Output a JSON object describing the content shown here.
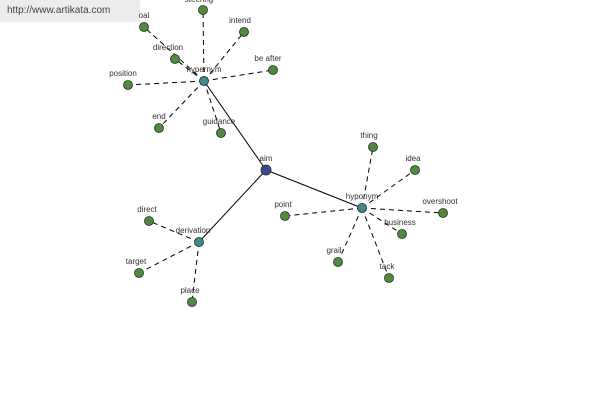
{
  "watermark": "http://www.artikata.com",
  "colors": {
    "center": "#3f4a8c",
    "relation": "#3e8a8a",
    "word": "#4e8b3c"
  },
  "graph": {
    "center": {
      "id": "aim",
      "label": "aim"
    },
    "relations": [
      {
        "id": "hypernym",
        "label": "hypernym"
      },
      {
        "id": "hyponym",
        "label": "hyponym"
      },
      {
        "id": "derivation",
        "label": "derivation"
      }
    ],
    "words": [
      {
        "id": "goal",
        "label": "oal",
        "relation": "hypernym"
      },
      {
        "id": "steering",
        "label": "steering",
        "relation": "hypernym"
      },
      {
        "id": "intend",
        "label": "intend",
        "relation": "hypernym"
      },
      {
        "id": "direction",
        "label": "direction",
        "relation": "hypernym"
      },
      {
        "id": "position",
        "label": "position",
        "relation": "hypernym"
      },
      {
        "id": "be-after",
        "label": "be after",
        "relation": "hypernym"
      },
      {
        "id": "end",
        "label": "end",
        "relation": "hypernym"
      },
      {
        "id": "guidance",
        "label": "guidance",
        "relation": "hypernym"
      },
      {
        "id": "thing",
        "label": "thing",
        "relation": "hyponym"
      },
      {
        "id": "idea",
        "label": "idea",
        "relation": "hyponym"
      },
      {
        "id": "overshoot",
        "label": "overshoot",
        "relation": "hyponym"
      },
      {
        "id": "point",
        "label": "point",
        "relation": "hyponym"
      },
      {
        "id": "business",
        "label": "business",
        "relation": "hyponym"
      },
      {
        "id": "grail",
        "label": "grail",
        "relation": "hyponym"
      },
      {
        "id": "tack",
        "label": "tack",
        "relation": "hyponym"
      },
      {
        "id": "direct",
        "label": "direct",
        "relation": "derivation"
      },
      {
        "id": "target",
        "label": "target",
        "relation": "derivation"
      },
      {
        "id": "place",
        "label": "place",
        "relation": "derivation"
      }
    ]
  }
}
